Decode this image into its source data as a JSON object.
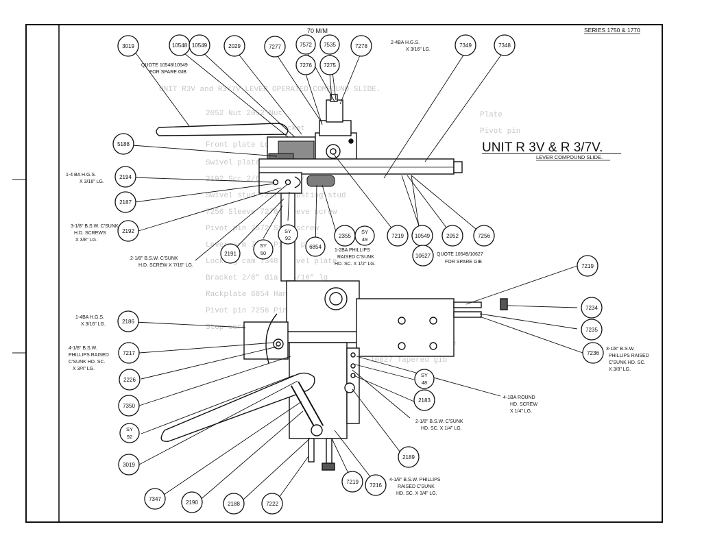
{
  "header": {
    "series": "SERIES 1750 & 1770",
    "dimension": "70 M/M",
    "title": "UNIT R 3V & R 3/7V.",
    "subtitle": "LEVER COMPOUND SLIDE."
  },
  "callouts": {
    "c3019a": "3019",
    "c10548": "10548",
    "c10549a": "10549",
    "c2029": "2029",
    "c7277": "7277",
    "c7572": "7572",
    "c7535": "7535",
    "c7278": "7278",
    "c7349": "7349",
    "c7348": "7348",
    "c7276": "7276",
    "c7275": "7275",
    "c5188": "5188",
    "c2194": "2194",
    "c2187": "2187",
    "c2192": "2192",
    "c2191": "2191",
    "c2355": "2355",
    "c7219a": "7219",
    "c10549b": "10549",
    "c2052": "2052",
    "c7256": "7256",
    "c6854": "6854",
    "c10627": "10627",
    "c2186": "2186",
    "c7217": "7217",
    "c2226": "2226",
    "c7350": "7350",
    "c3019b": "3019",
    "c7347": "7347",
    "c2190": "2190",
    "c2188": "2188",
    "c7222": "7222",
    "c7219b": "7219",
    "c7216": "7216",
    "c2189": "2189",
    "c2183": "2183",
    "c7219c": "7219",
    "c7234": "7234",
    "c7235": "7235",
    "c7236": "7236"
  },
  "sy_callouts": {
    "sy92a": [
      "SY",
      "92"
    ],
    "sy50": [
      "SY",
      "50"
    ],
    "sy49": [
      "SY",
      "49"
    ],
    "sy48": [
      "SY",
      "48"
    ],
    "sy92b": [
      "SY",
      "92"
    ]
  },
  "notes": {
    "quote_spare_top": [
      "QUOTE 10548/10549",
      "FOR SPARE GIB"
    ],
    "hgs_4ba_top": [
      "2-4BA H.G.S.",
      "X 3/16\" LG."
    ],
    "hgs_4ba_left": [
      "1-4 BA H.G.S.",
      "X 3/16\" LG."
    ],
    "bsw_3_left": [
      "3-1/8\" B.S.W. C'SUNK",
      "H.D. SCREWS",
      "X 3/8\" LG."
    ],
    "bsw_2_left": [
      "2-1/8\" B.S.W. C'SUNK",
      "H.D. SCREW X 7/16\" LG."
    ],
    "phillips_2ba": [
      "1-2BA PHILLIPS",
      "RAISED C'SUNK",
      "HD. SC. X 1/2\" LG."
    ],
    "quote_spare_mid": [
      "QUOTE 10549/10627",
      "FOR SPARE GIB"
    ],
    "hgs_4ba_mid": [
      "1-4BA H.G.S.",
      "X 3/16\" LG."
    ],
    "bsw_4_raised_left": [
      "4-1/8\" B.S.W.",
      "PHILLIPS RAISED",
      "C'SUNK HD. SC.",
      "X 3/4\" LG."
    ],
    "round_1ba": [
      "4-1BA ROUND",
      "HD. SCREW",
      "X 1/4\" LG."
    ],
    "bsw_2_csunk": [
      "2-1/8\" B.S.W. C'SUNK",
      "HD. SC. X 1/4\" LG."
    ],
    "bsw_3_raised_right": [
      "3-1/8\" B.S.W.",
      "PHILLIPS RAISED",
      "C'SUNK HD. SC.",
      "X 3/8\" LG."
    ],
    "bsw_4_raised_bottom": [
      "4-1/8\" B.S.W. PHILLIPS",
      "RAISED C'SUNK",
      "HD. SC. X 3/4\" LG."
    ]
  },
  "colors": {
    "ink": "#111111",
    "paper": "#ffffff",
    "ghost": "#9a9a9a"
  }
}
